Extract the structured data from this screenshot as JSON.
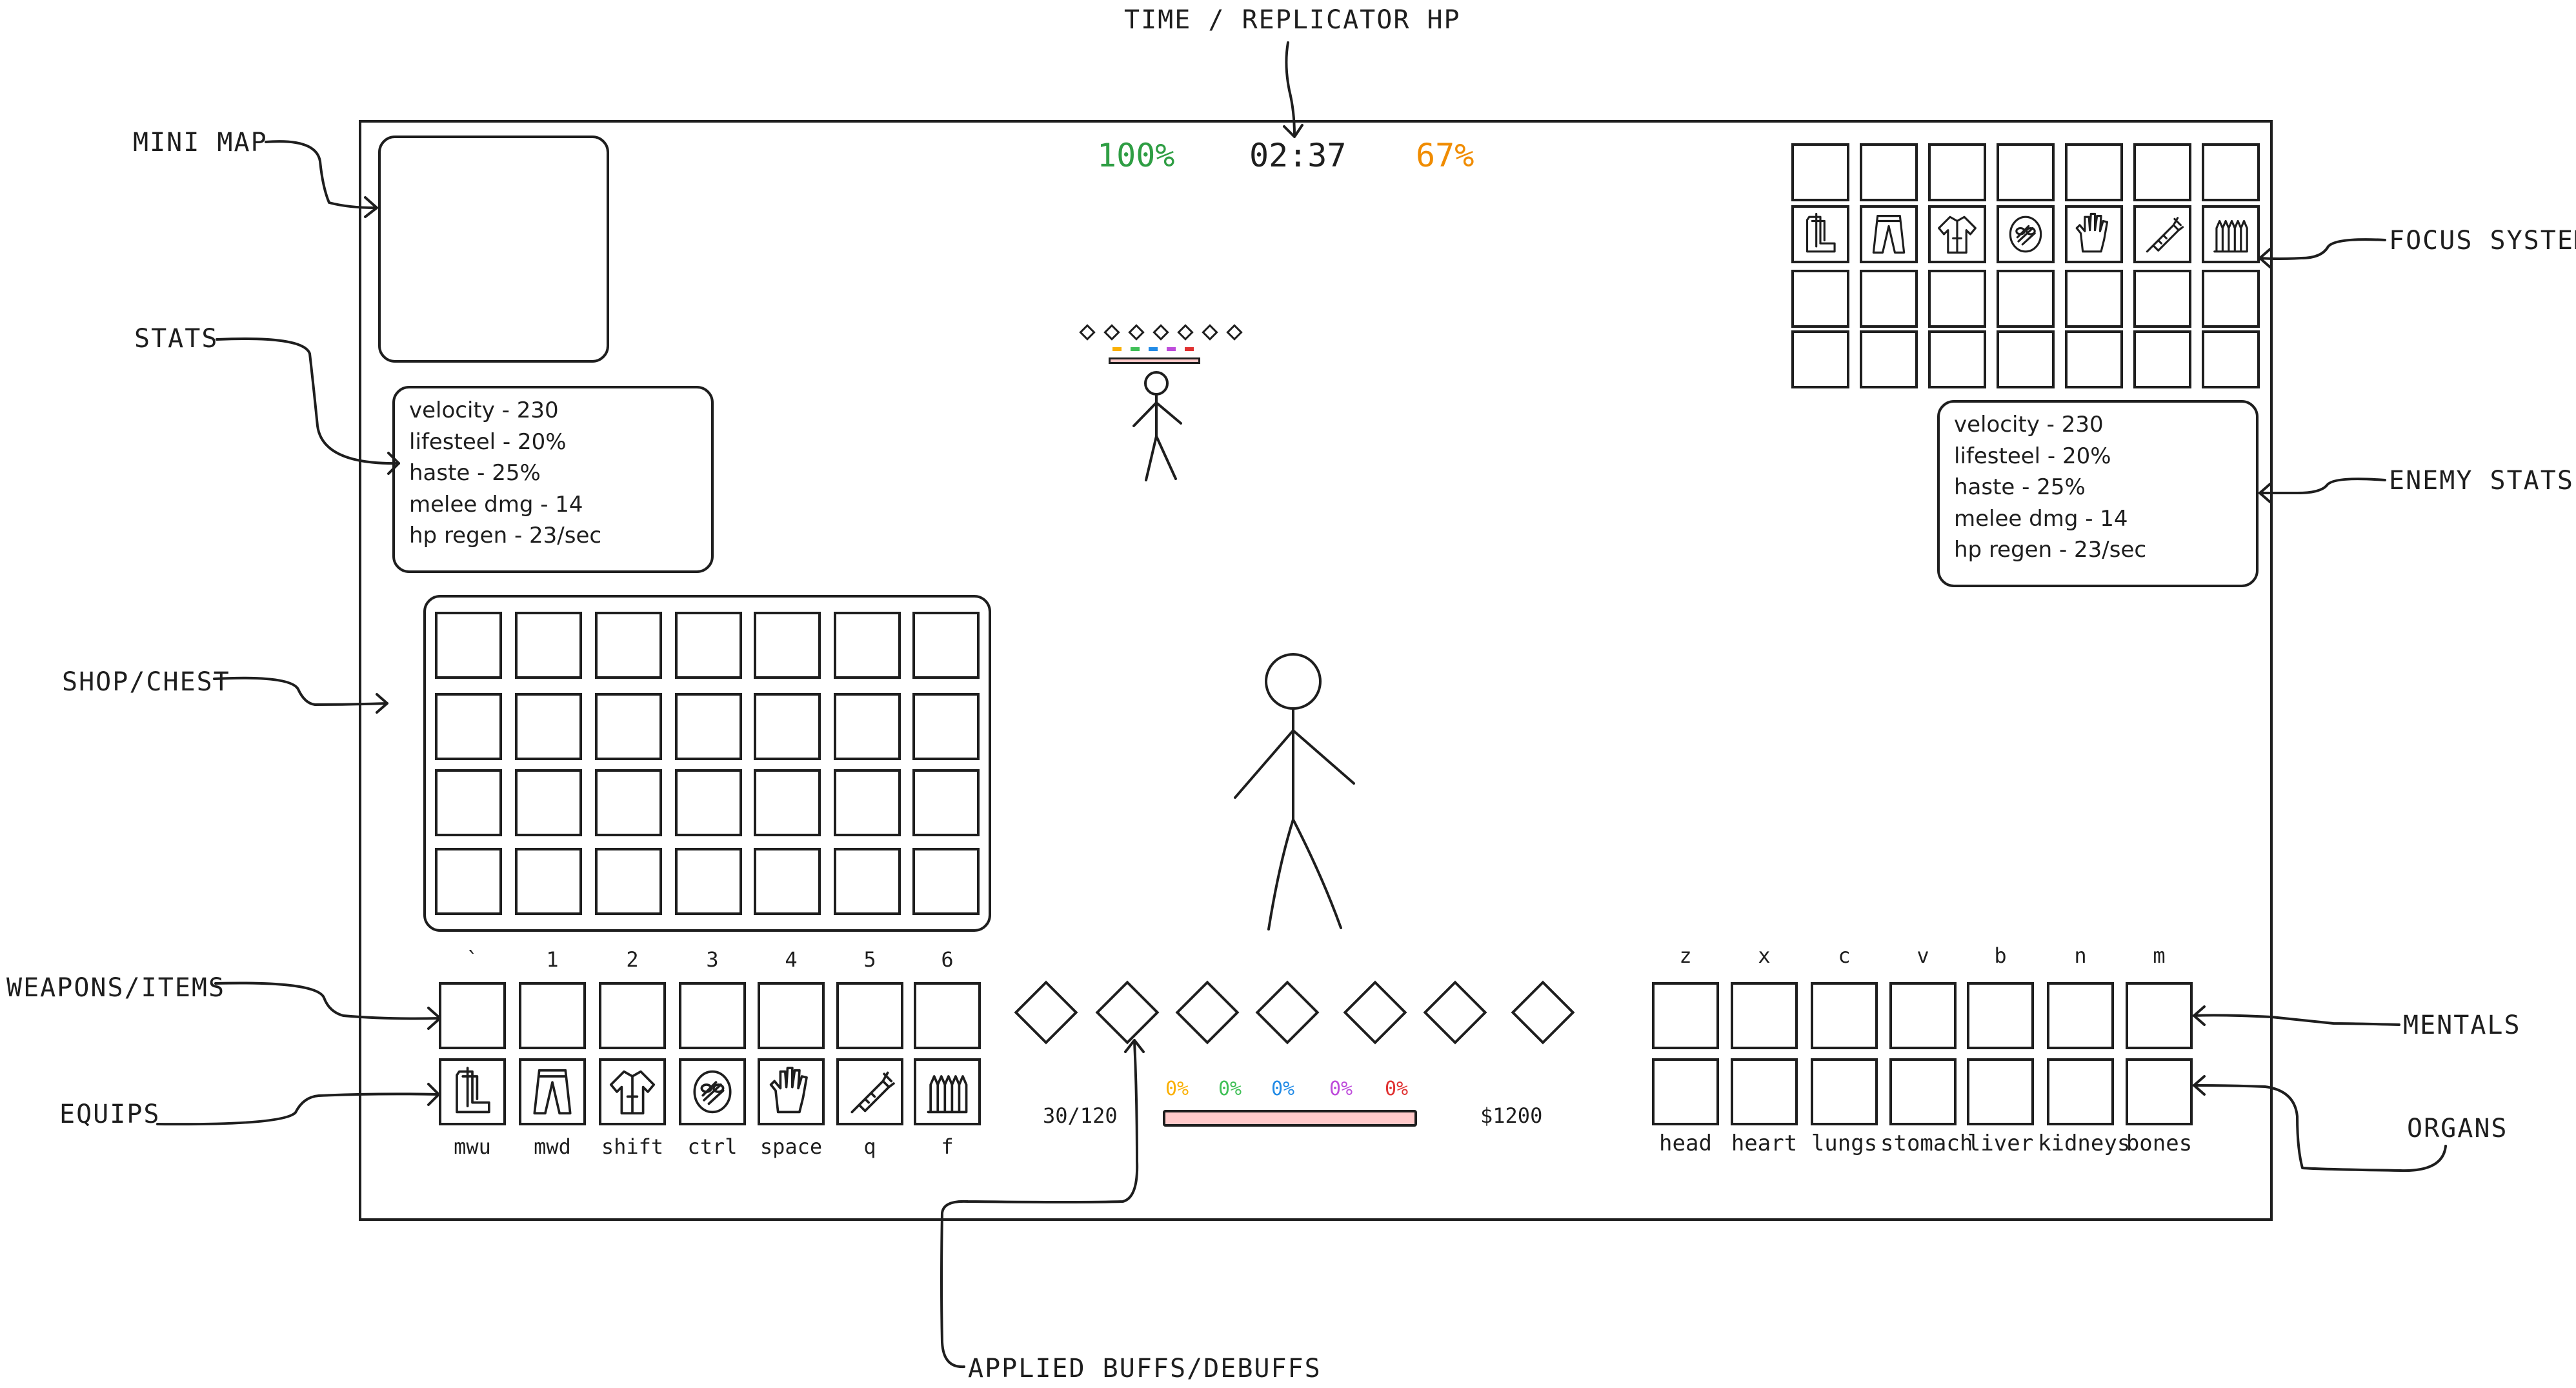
{
  "annotations": {
    "time_hp": "TIME / REPLICATOR HP",
    "mini_map": "MINI MAP",
    "stats": "STATS",
    "shop_chest": "SHOP/CHEST",
    "weapons_items": "WEAPONS/ITEMS",
    "equips": "EQUIPS",
    "focus_system": "FOCUS SYSTEM",
    "enemy_stats": "ENEMY STATS",
    "mentals": "MENTALS",
    "organs": "ORGANS",
    "buffs_debuffs": "APPLIED BUFFS/DEBUFFS"
  },
  "hud": {
    "player_hp": "100%",
    "time": "02:37",
    "replicator_hp": "67%",
    "colors": {
      "player_hp": "#2f9e44",
      "replicator_hp": "#f08c00"
    }
  },
  "player_stats": [
    "velocity - 230",
    "lifesteel - 20%",
    "haste - 25%",
    "melee dmg - 14",
    "hp regen - 23/sec"
  ],
  "enemy_stats": [
    "velocity - 230",
    "lifesteel - 20%",
    "haste - 25%",
    "melee dmg - 14",
    "hp regen - 23/sec"
  ],
  "weapon_keys": [
    "`",
    "1",
    "2",
    "3",
    "4",
    "5",
    "6"
  ],
  "equip_keys": [
    "mwu",
    "mwd",
    "shift",
    "ctrl",
    "space",
    "q",
    "f"
  ],
  "equip_icons": [
    "boots-icon",
    "pants-icon",
    "shirt-icon",
    "helmet-icon",
    "glove-icon",
    "syringe-icon",
    "spikes-icon"
  ],
  "mental_keys": [
    "z",
    "x",
    "c",
    "v",
    "b",
    "n",
    "m"
  ],
  "organ_labels": [
    "head",
    "heart",
    "lungs",
    "stomach",
    "liver",
    "kidneys",
    "bones"
  ],
  "resources": {
    "ammo": "30/120",
    "money": "$1200",
    "percents": [
      {
        "value": "0%",
        "color": "#fab005"
      },
      {
        "value": "0%",
        "color": "#40c057"
      },
      {
        "value": "0%",
        "color": "#228be6"
      },
      {
        "value": "0%",
        "color": "#be4bdb"
      },
      {
        "value": "0%",
        "color": "#e03131"
      }
    ],
    "bar_color": "#ffc9c9"
  }
}
